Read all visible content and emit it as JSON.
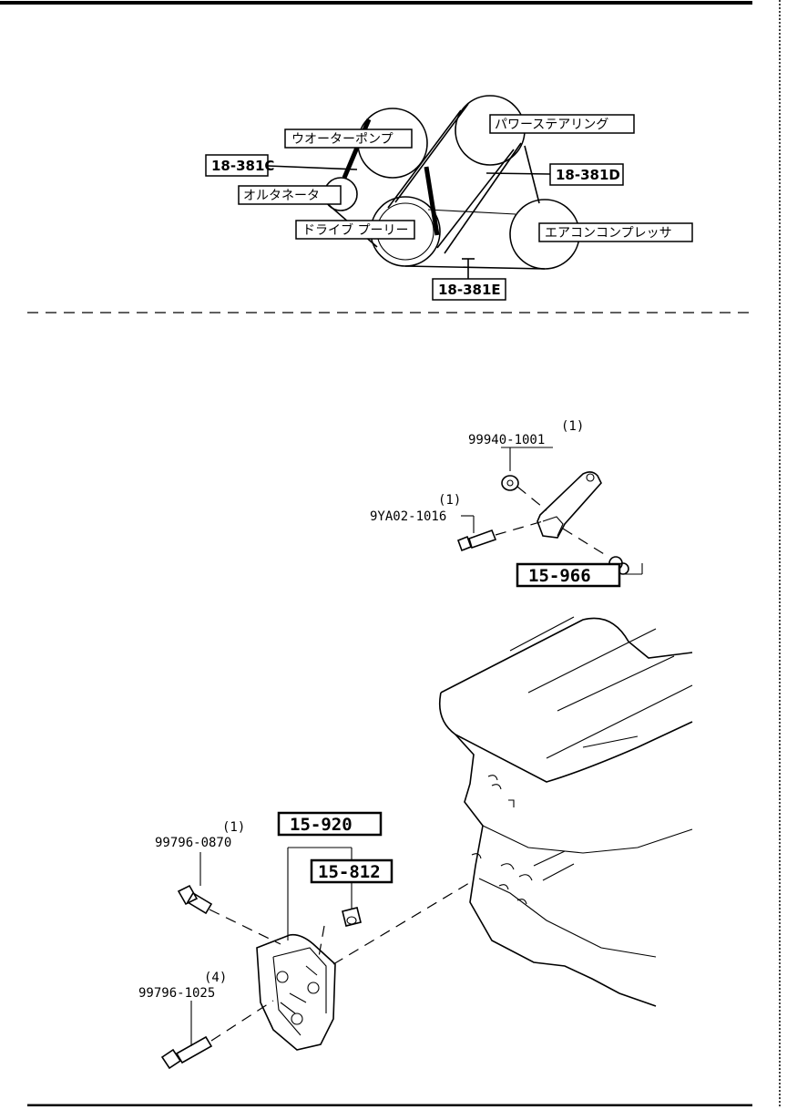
{
  "belt_diagram": {
    "pulleys": {
      "water_pump": "ウオーターポンプ",
      "power_steering": "パワーステアリング",
      "alternator": "オルタネータ",
      "drive_pulley": "ドライブ プーリー",
      "ac_compressor": "エアコンコンプレッサ"
    },
    "belts": {
      "alternator_belt": "18-381C",
      "power_steering_belt": "18-381D",
      "ac_belt": "18-381E"
    }
  },
  "bracket_upper": {
    "bolt_part_no": "9YA02-1016",
    "bolt_qty": "(1)",
    "washer_part_no": "99940-1001",
    "washer_qty": "(1)",
    "ref_group": "15-966"
  },
  "bracket_lower": {
    "ref_group_main": "15-920",
    "ref_group_sub": "15-812",
    "bolt_a_part_no": "99796-0870",
    "bolt_a_qty": "(1)",
    "bolt_b_part_no": "99796-1025",
    "bolt_b_qty": "(4)"
  }
}
